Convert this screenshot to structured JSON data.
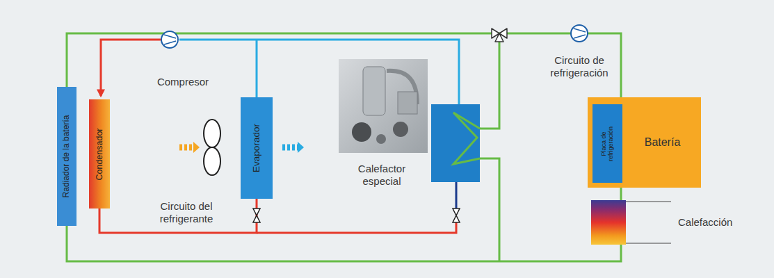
{
  "diagram": {
    "nodes": [
      {
        "text": [
          "Radiador de la batería"
        ]
      },
      {
        "text": [
          "Condensador"
        ]
      },
      {
        "text": [
          "Evaporador"
        ]
      },
      {
        "text": [
          "Batería"
        ]
      },
      {
        "text": [
          "Placa de refrigeración"
        ],
        "in": 3
      }
    ],
    "edges": [
      {
        "from": 0,
        "to": 3,
        "arrow": "none"
      },
      {
        "from": 3,
        "to": 0,
        "arrow": "none"
      },
      {
        "from": 1,
        "to": 2,
        "arrow": "none"
      }
    ],
    "labels": [
      "Compresor",
      "Circuito del refrigerante",
      "Calefactor especial",
      "Circuito de refrigeración",
      "Calefacción"
    ]
  }
}
